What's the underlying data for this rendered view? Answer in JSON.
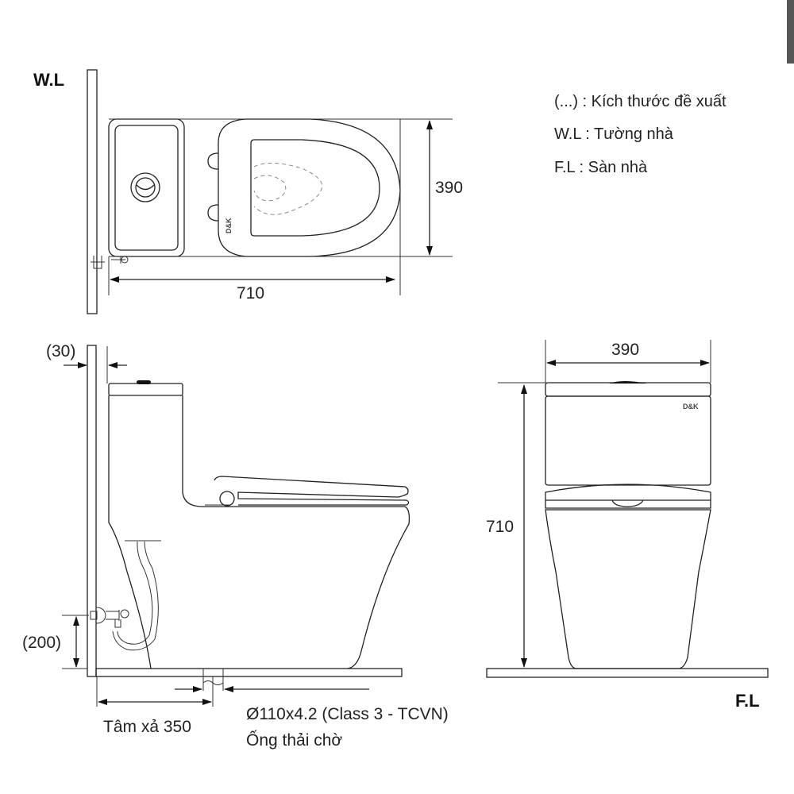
{
  "legend": {
    "suggested": "(...) : Kích thước đề xuất",
    "wall": "W.L : Tường nhà",
    "floor": "F.L : Sàn nhà"
  },
  "labels": {
    "wall_level": "W.L",
    "floor_level": "F.L",
    "brand": "D&K"
  },
  "top_view": {
    "depth": "390",
    "length": "710"
  },
  "side_view": {
    "wall_gap": "(30)",
    "valve_height": "(200)",
    "rough_in": "Tâm xả 350",
    "pipe_spec": "Ø110x4.2 (Class 3 - TCVN)",
    "pipe_label": "Ống thải chờ"
  },
  "front_view": {
    "width": "390",
    "height": "710"
  },
  "colors": {
    "line": "#222222",
    "background": "#ffffff",
    "scrollbar": "#555555"
  }
}
